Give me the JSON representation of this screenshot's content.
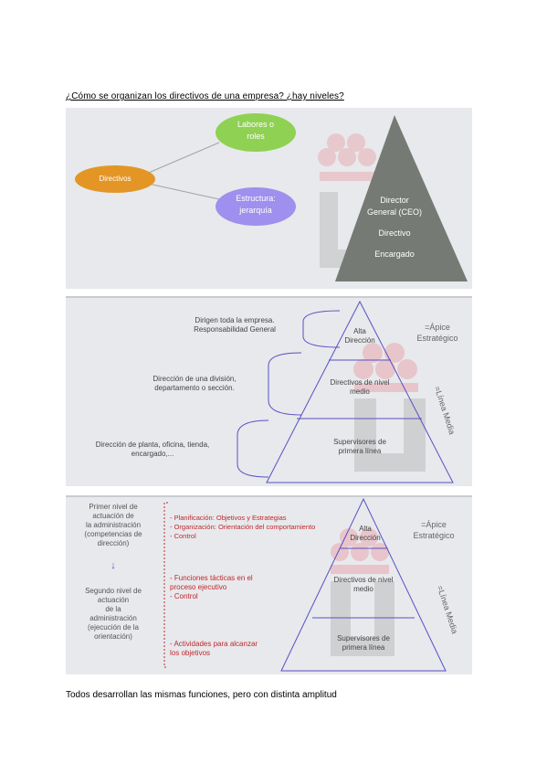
{
  "heading": "¿Cómo se organizan los directivos de una empresa? ¿hay niveles?",
  "footer": "Todos desarrollan las mismas funciones, pero con distinta amplitud",
  "panel1": {
    "directivos": "Directivos",
    "labores": [
      "Labores o",
      "roles"
    ],
    "estructura": [
      "Estructura:",
      "jerarquía"
    ],
    "pyramid": [
      "Director",
      "General (CEO)",
      "Directivo",
      "Encargado"
    ]
  },
  "panel2": {
    "left": [
      [
        "Dirigen toda la empresa.",
        "Responsabilidad General"
      ],
      [
        "Dirección de una división,",
        "departamento o sección."
      ],
      [
        "Dirección de planta, oficina, tienda,",
        "encargado,..."
      ]
    ],
    "pyramid": [
      [
        "Alta",
        "Dirección"
      ],
      [
        "Directivos de nivel",
        "medio"
      ],
      [
        "Supervisores de",
        "primera línea"
      ]
    ],
    "apice": [
      "=Ápice",
      "Estratégico"
    ],
    "linea": "=Línea Media"
  },
  "panel3": {
    "left_top": [
      "Primer nivel de",
      "actuación de",
      "la administración",
      "(competencias de",
      "dirección)"
    ],
    "arrow": "↓",
    "left_bottom": [
      "Segundo nivel de",
      "actuación",
      "de la",
      "administración",
      "(ejecución de la",
      "orientación)"
    ],
    "funcs1": [
      "- Planificación: Objetivos y Estrategias",
      "- Organización: Orientación del comportamiento",
      "- Control"
    ],
    "funcs2": [
      "- Funciones tácticas en el",
      "proceso ejecutivo",
      "- Control"
    ],
    "funcs3": [
      "- Actividades para alcanzar",
      "los objetivos"
    ],
    "pyramid": [
      [
        "Alta",
        "Dirección"
      ],
      [
        "Directivos de nivel",
        "medio"
      ],
      [
        "Supervisores de",
        "primera línea"
      ]
    ],
    "apice": [
      "=Ápice",
      "Estratégico"
    ],
    "linea": "=Línea Media"
  }
}
